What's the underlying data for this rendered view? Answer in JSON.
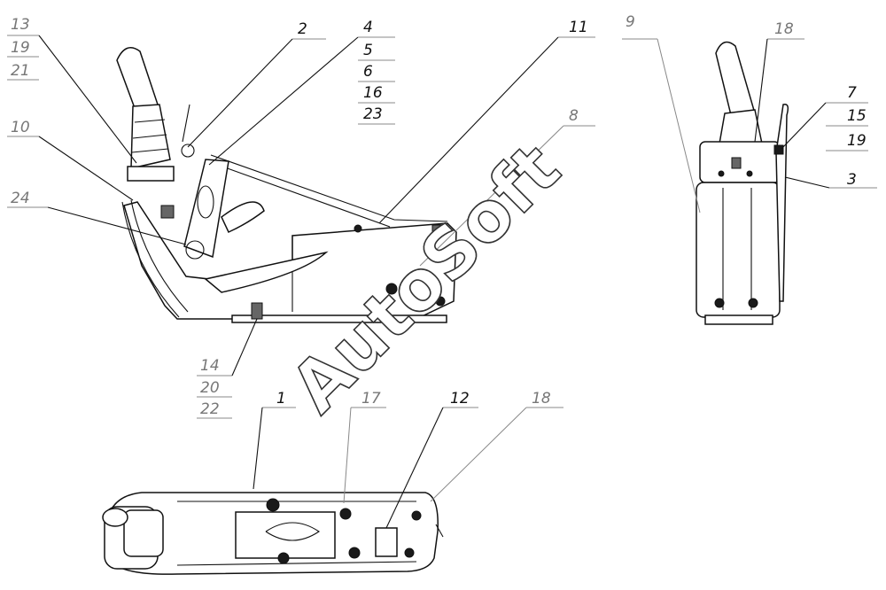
{
  "watermark": "AutoSoft",
  "callouts": {
    "c1": "1",
    "c2": "2",
    "c3": "3",
    "c4": "4",
    "c5": "5",
    "c6": "6",
    "c7": "7",
    "c8": "8",
    "c9": "9",
    "c10": "10",
    "c11": "11",
    "c12": "12",
    "c13": "13",
    "c14": "14",
    "c15": "15",
    "c16": "16",
    "c17": "17",
    "c18_top": "18",
    "c18_bottom": "18",
    "c19_left": "19",
    "c19_right": "19",
    "c20": "20",
    "c21": "21",
    "c22": "22",
    "c23": "23",
    "c24": "24"
  }
}
